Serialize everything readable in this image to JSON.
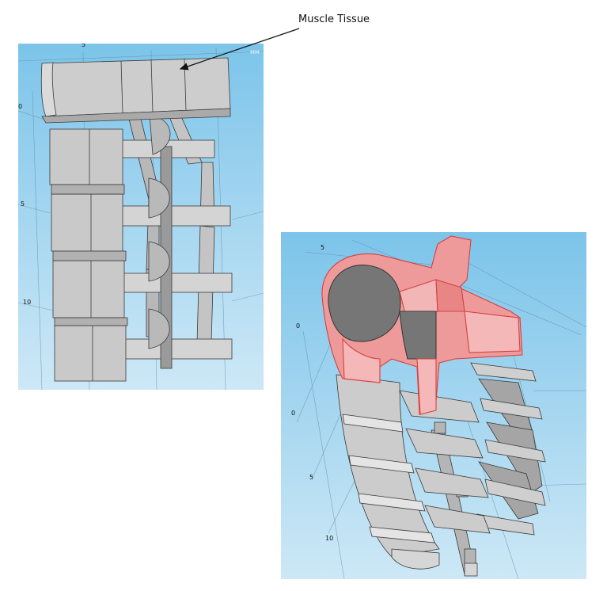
{
  "annotation": {
    "label": "Muscle Tissue"
  },
  "left_view": {
    "axis_ticks": [
      "5",
      "0",
      "5",
      "10"
    ],
    "corner_mark": "ᴍᴍ"
  },
  "right_view": {
    "axis_ticks": [
      "5",
      "0",
      "0",
      "5",
      "10"
    ]
  },
  "colors": {
    "background_top": "#7cc4ea",
    "background_bottom": "#cde8f6",
    "model_face": "#c8c8c8",
    "model_light": "#e0e0e0",
    "model_dark": "#a9a9a9",
    "model_edge": "#3a3a3a",
    "selected_face": "#ef9a9a",
    "selected_edge": "#d64040"
  }
}
